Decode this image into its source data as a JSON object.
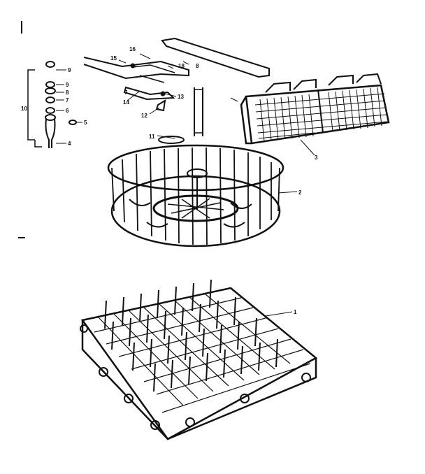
{
  "diagram": {
    "part_labels": {
      "p1": "1",
      "p2": "2",
      "p3": "3",
      "p4": "4",
      "p5": "5",
      "p6": "6",
      "p7": "7",
      "p8": "8",
      "p9": "9",
      "p10": "10",
      "p11": "11",
      "p12": "12",
      "p13": "13",
      "p14": "14",
      "p15": "15",
      "p16": "16",
      "p18": "18"
    },
    "colors": {
      "ink": "#111111",
      "background": "#ffffff"
    }
  }
}
